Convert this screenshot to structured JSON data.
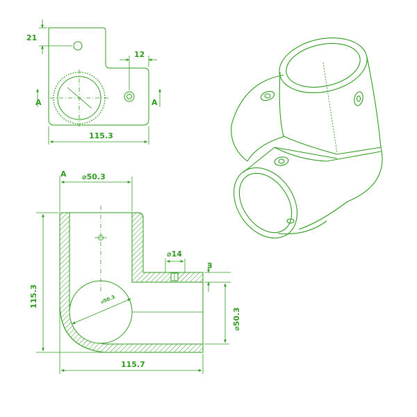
{
  "colors": {
    "line": "#2e9a1e",
    "paper": "#ffffff"
  },
  "top_view": {
    "dim_hole_offset": "21",
    "dim_tab": "12",
    "section_mark_left": "A",
    "section_mark_right": "A",
    "dim_width": "115.3"
  },
  "section_view": {
    "section_mark": "A",
    "dim_bore_top": "⌀50.3",
    "dim_setscrew": "⌀14",
    "dim_wall": "3",
    "dim_height": "115.3",
    "dim_inner_circle": "⌀50.3",
    "dim_side_bore": "⌀50.3",
    "dim_length": "115.7"
  },
  "iso_view": {
    "icon": "corner-tee-fitting-icon"
  }
}
